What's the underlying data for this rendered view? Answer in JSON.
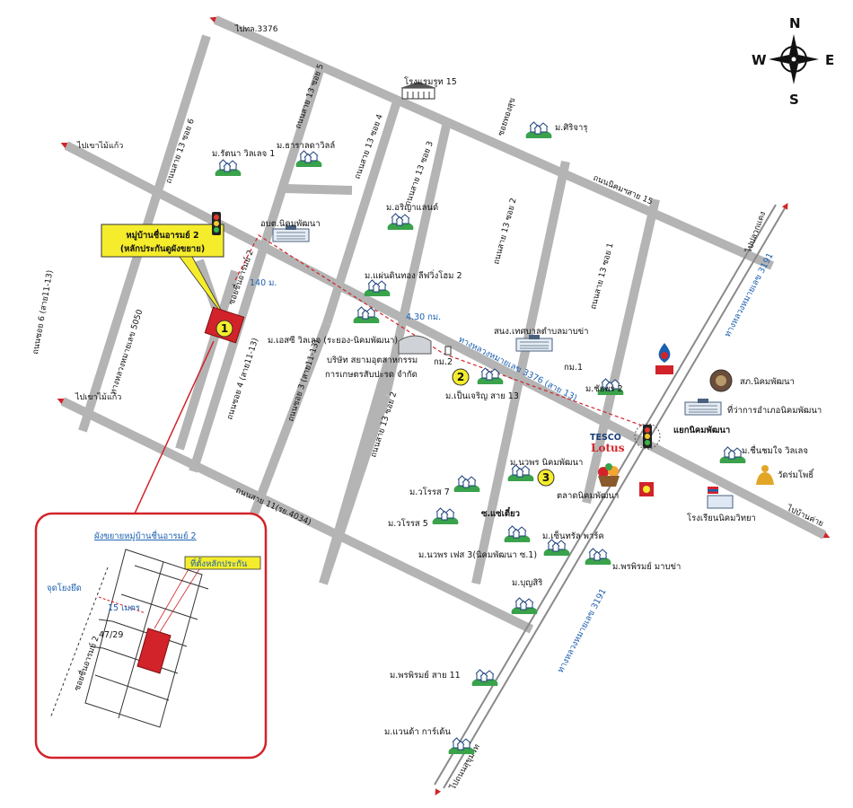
{
  "compass": {
    "n": "N",
    "s": "S",
    "e": "E",
    "w": "W"
  },
  "roads": {
    "r_3376_top": "ไปทล.3376",
    "r_sai13_soi6": "ถนนสาย 13 ซอย 6",
    "r_sai13_soi5": "ถนนสาย 13 ซอย 5",
    "r_sai13_soi4": "ถนนสาย 13 ซอย 4",
    "r_sai13_soi3": "ถนนสาย 13 ซอย 3",
    "r_sai13_soi2_a": "ถนนสาย 13 ซอย 2",
    "r_sai13_soi1": "ถนนสาย 13 ซอย 1",
    "r_sai13_soi2_b": "ถนนสาย 13 ซอย 2",
    "r_nikhom15": "ถนนนิคมฯสาย 15",
    "r_soi6_sai11_13": "ถนนซอย 6 (สาย11-13)",
    "r_soi4_sai11_13": "ถนนซอย 4 (สาย11-13)",
    "r_soi3_sai11_13": "ถนนซอย 3 (สาย11-13)",
    "r_hwy5050": "ทางหลวงหมายเลข 5050",
    "r_sai11": "ถนนสาย 11(รย.4034)",
    "r_hwy3376": "ทางหลวงหมายเลข 3376 (สาย 13)",
    "r_hwy3191_a": "ทางหลวงหมายเลข 3191",
    "r_hwy3191_b": "ทางหลวงหมายเลข 3191",
    "r_soi_chuen": "ซอยชื่นอารมย์ 2",
    "r_soi_thongsook": "ซอยทองสุข",
    "to_khao_mai_kaew_top": "ไปเขาไม้แก้ว",
    "to_khao_mai_kaew_bottom": "ไปเขาไม้แก้ว",
    "to_ban_khai": "ไปบ้านค่าย",
    "to_pluak_daeng": "ไปปลวกแดง",
    "to_sukhumvit": "ไปถนนสุขุมวิท"
  },
  "places": {
    "hotel": "โรงแรมรูท 15",
    "siri_charu": "ม.ศิริจารุ",
    "rattana": "ม.รัตนา วิลเลจ 1",
    "thara": "ม.ธาราลดาวิลล์",
    "ariya": "ม.อริญาแลนด์",
    "obt": "อบต.นิคมพัฒนา",
    "phaen_din": "ม.แผ่นดินทอง ลีฟวิ่งโฮม 2",
    "estsea": "ม.เอสซี วิลเลจ (ระยอง-นิคมพัฒนา)",
    "siam_coop_1": "บริษัท สยามอุตสาหกรรม",
    "siam_coop_2": "การเกษตรสับปะรด จำกัด",
    "municipal": "สนง.เทศบาลตำบลมาบข่า",
    "km2": "กม.2",
    "km1": "กม.1",
    "pencharoen": "ม.เป็นเจริญ สาย 13",
    "chaiyaporn": "ม.ชัยพร 2",
    "police": "สภ.นิคมพัฒนา",
    "district": "ที่ว่าการอำเภอนิคมพัฒนา",
    "junction": "แยกนิคมพัฒนา",
    "chuenchom": "ม.ชื่นชมใจ วิลเลจ",
    "wat": "วัดร่มโพธิ์",
    "nawaphon_1": "ม.นวพร นิคมพัฒนา",
    "market": "ตลาดนิคมพัฒนา",
    "school": "โรงเรียนนิคมวิทยา",
    "worasa7": "ม.วโรรส 7",
    "worasa5": "ม.วโรรส 5",
    "sae_tiao": "ซ.แซ่เตี๋ยว",
    "nawaphon_3": "ม.นวพร เฟส 3(นิคมพัฒนา ซ.1)",
    "central_park": "ม.เซ็นทรัล พาร์ค",
    "boonsiri": "ม.บุญสิริ",
    "phrapirom_mabkha": "ม.พรพิรมย์ มาบข่า",
    "phrapirom11": "ม.พรพิรมย์ สาย 11",
    "vanda": "ม.แวนด้า การ์เด้น",
    "tesco_1": "TESCO",
    "tesco_2": "Lotus"
  },
  "project": {
    "callout_line1": "หมู่บ้านชื่นอารมย์ 2",
    "callout_line2": "(หลักประกันดูผังขยาย)",
    "dist_140": "140 ม.",
    "dist_430": "4.30 กม.",
    "marker1": "1",
    "marker2": "2",
    "marker3": "3"
  },
  "inset": {
    "title": "ผังขยายหมู่บ้านชื่นอารมย์ 2",
    "tag": "ที่ตั้งหลักประกัน",
    "junction_label": "จุดโยงยึด",
    "dist": "15 เมตร",
    "plot": "47/29",
    "soi": "ซอยชื่นอารมย์ 2"
  },
  "colors": {
    "road": "#b4b4b4",
    "red": "#d2232a",
    "yellow": "#f5ed2c",
    "blue": "#1a5fb0",
    "green": "#3aa24b"
  },
  "icons": {
    "house": "house-cluster-icon",
    "traffic": "traffic-light-icon",
    "compass": "compass-icon",
    "building": "building-icon",
    "flag": "flag-icon",
    "temple": "buddha-icon",
    "police": "police-badge-icon",
    "fuel": "fuel-station-icon"
  }
}
